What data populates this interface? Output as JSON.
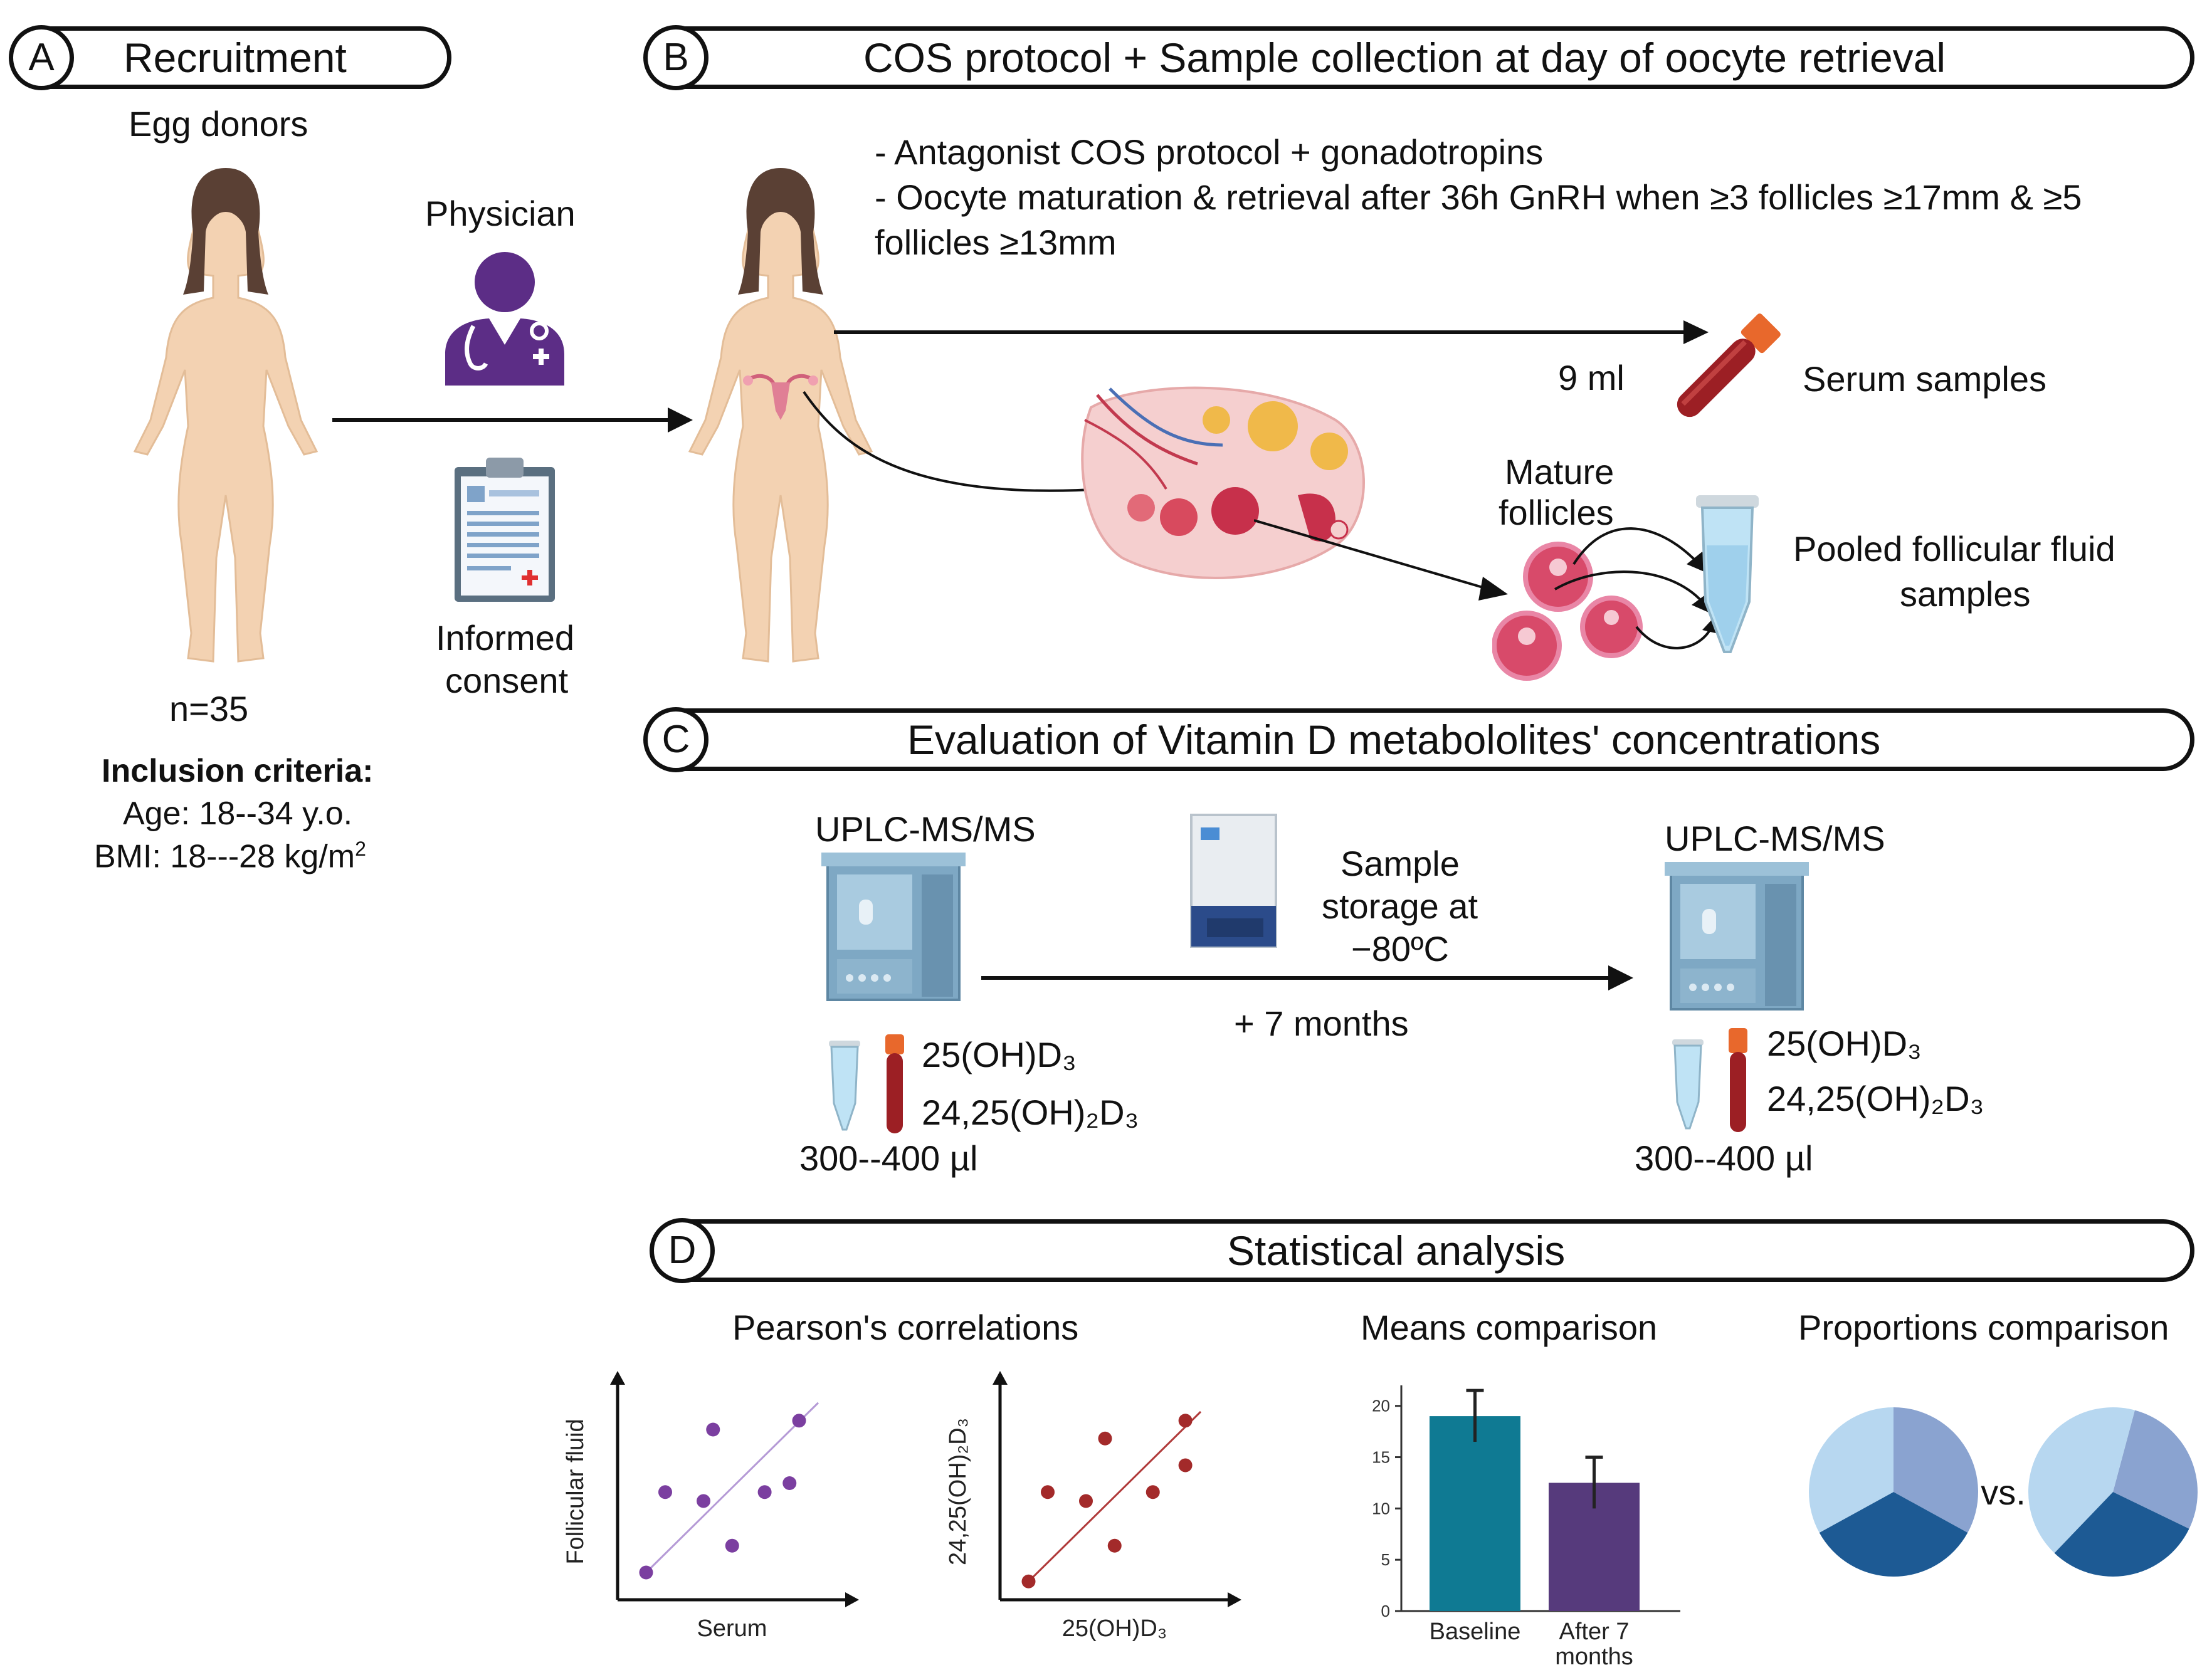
{
  "panel_a": {
    "letter": "A",
    "title": "Recruitment",
    "donors_label": "Egg donors",
    "physician_label": "Physician",
    "consent_line1": "Informed",
    "consent_line2": "consent",
    "n_label": "n=35",
    "criteria_title": "Inclusion criteria:",
    "criteria_age": "Age: 18--34 y.o.",
    "criteria_bmi": "BMI: 18---28 kg/m",
    "criteria_bmi_sup": "2"
  },
  "panel_b": {
    "letter": "B",
    "title": "COS protocol + Sample collection at day of oocyte retrieval",
    "line1": "- Antagonist COS protocol + gonadotropins",
    "line2": "- Oocyte maturation & retrieval after 36h GnRH when ≥3 follicles ≥17mm & ≥5",
    "line3": "follicles ≥13mm",
    "volume": "9 ml",
    "serum_label": "Serum samples",
    "mature_line1": "Mature",
    "mature_line2": "follicles",
    "pooled_line1": "Pooled follicular fluid",
    "pooled_line2": "samples"
  },
  "panel_c": {
    "letter": "C",
    "title": "Evaluation of Vitamin D metabololites' concentrations",
    "instrument_left": "UPLC-MS/MS",
    "instrument_right": "UPLC-MS/MS",
    "storage_line1": "Sample",
    "storage_line2": "storage at",
    "storage_line3": "−80ºC",
    "duration": "+ 7 months",
    "metabolite1": "25(OH)D₃",
    "metabolite2": "24,25(OH)₂D₃",
    "volume_range": "300--400 µl"
  },
  "panel_d": {
    "letter": "D",
    "title": "Statistical analysis",
    "pearson_title": "Pearson's correlations",
    "means_title": "Means comparison",
    "proportions_title": "Proportions comparison",
    "vs_label": "vs."
  },
  "colors": {
    "skin": "#f3d2b2",
    "hair": "#5a4034",
    "physician": "#5c2d86",
    "scatter1_points": "#7b3fa0",
    "scatter1_line": "#b59ad6",
    "scatter2_points": "#a32a2a",
    "scatter2_line": "#b03a3a",
    "bar_baseline": "#0f7a93",
    "bar_after": "#563a7c",
    "pie_light": "#b7d7f0",
    "pie_mid": "#8aa3d0",
    "pie_dark": "#1d5a94"
  },
  "chart_data": [
    {
      "type": "scatter",
      "xlabel": "Serum",
      "ylabel": "Follicular fluid",
      "points": [
        [
          0.1,
          0.1
        ],
        [
          0.2,
          0.55
        ],
        [
          0.45,
          0.9
        ],
        [
          0.4,
          0.5
        ],
        [
          0.55,
          0.25
        ],
        [
          0.72,
          0.55
        ],
        [
          0.85,
          0.6
        ],
        [
          0.9,
          0.95
        ]
      ],
      "fit_line": [
        [
          0.1,
          0.1
        ],
        [
          1.0,
          1.05
        ]
      ]
    },
    {
      "type": "scatter",
      "xlabel": "25(OH)D₃",
      "ylabel": "24,25(OH)₂D₃",
      "points": [
        [
          0.1,
          0.05
        ],
        [
          0.2,
          0.55
        ],
        [
          0.4,
          0.5
        ],
        [
          0.5,
          0.85
        ],
        [
          0.55,
          0.25
        ],
        [
          0.75,
          0.55
        ],
        [
          0.92,
          0.7
        ],
        [
          0.92,
          0.95
        ]
      ],
      "fit_line": [
        [
          0.1,
          0.05
        ],
        [
          1.0,
          1.0
        ]
      ]
    },
    {
      "type": "bar",
      "categories": [
        "Baseline",
        "After 7\nmonths"
      ],
      "values": [
        19,
        12.5
      ],
      "errors": [
        2.5,
        2.5
      ],
      "ylim": [
        0,
        22
      ],
      "yticks": [
        0,
        5,
        10,
        15,
        20
      ]
    },
    {
      "type": "pie",
      "title": "",
      "series": [
        {
          "values": [
            33,
            34,
            33
          ]
        },
        {
          "values": [
            28,
            30,
            42
          ]
        }
      ]
    }
  ]
}
